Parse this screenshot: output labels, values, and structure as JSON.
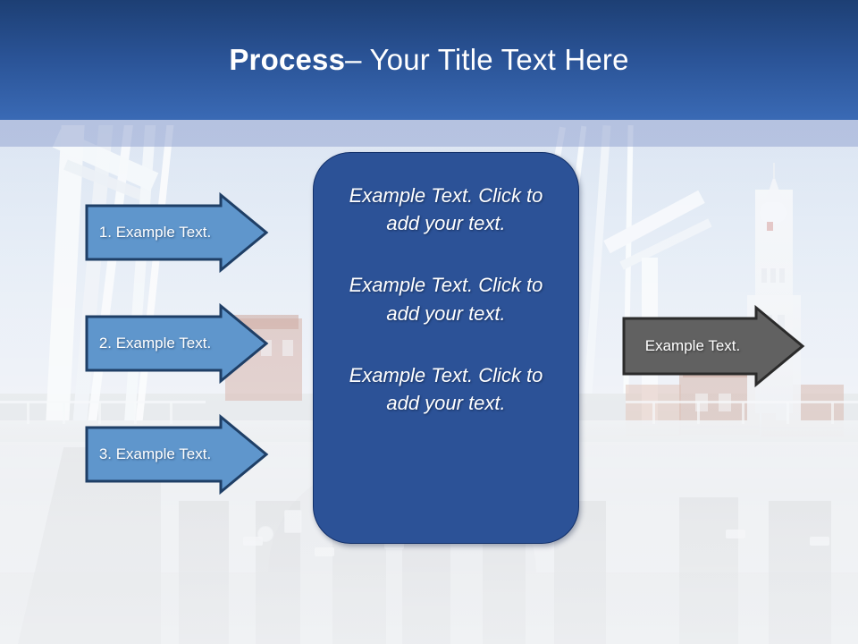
{
  "slide": {
    "title": {
      "bold_part": "Process",
      "rest_part": " – Your Title Text Here",
      "full": "Process – Your Title Text Here"
    },
    "background": {
      "description": "faded photo of a white drawbridge over a canal with a church tower",
      "header_gradient_top": "#1d3f74",
      "header_gradient_bottom": "#3a6ab5",
      "band_color": "#96a6d2"
    },
    "left_arrows": [
      {
        "label": "1. Example Text.",
        "fill": "#5f96cc",
        "stroke": "#1f3f66"
      },
      {
        "label": "2. Example Text.",
        "fill": "#5f96cc",
        "stroke": "#1f3f66"
      },
      {
        "label": "3. Example Text.",
        "fill": "#5f96cc",
        "stroke": "#1f3f66"
      }
    ],
    "center_box": {
      "fill": "#2c5297",
      "stroke": "#12306a",
      "blocks": [
        "Example Text. Click  to add your text.",
        "Example Text. Click  to add your text.",
        "Example Text. Click  to add your text."
      ]
    },
    "right_arrow": {
      "label": "Example Text.",
      "fill": "#616161",
      "stroke": "#2b2b2b"
    }
  }
}
